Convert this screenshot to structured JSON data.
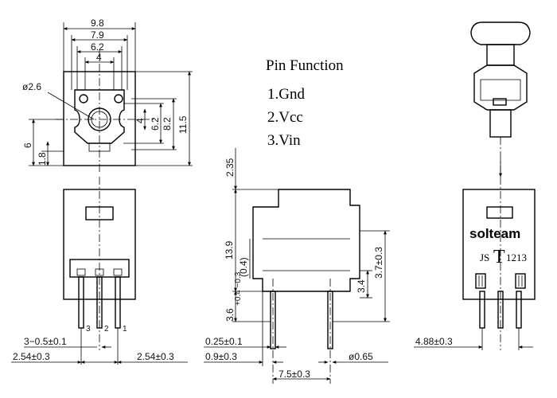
{
  "pin_function": {
    "title": "Pin Function",
    "pins": [
      "1.Gnd",
      "2.Vcc",
      "3.Vin"
    ]
  },
  "top_view": {
    "width_outer": "9.8",
    "width_inner": "7.9",
    "width_slot": "6.2",
    "width_center": "4",
    "hole_dia": "ø2.6",
    "h_4": "4",
    "h_6_2": "6.2",
    "h_8_2": "8.2",
    "h_11_5": "11.5",
    "left_6": "6",
    "left_1_8": "1.8"
  },
  "front_view": {
    "pin_labels": [
      "3",
      "2",
      "1"
    ],
    "pin_width": "3−0.5±0.1",
    "pitch_left": "2.54±0.3",
    "pitch_right": "2.54±0.3"
  },
  "side_view": {
    "top_gap": "2.35",
    "height": "13.9",
    "inner": "(0.4)",
    "lower": "3.6",
    "lower_tol": "+0.4 −0.3",
    "right_3_4": "3.4",
    "right_3_7": "3.7±0.3",
    "pin_thk": "0.25±0.1",
    "offset": "0.9±0.3",
    "pin_dia": "ø0.65",
    "pin_span": "7.5±0.3"
  },
  "product_view": {
    "brand": "solteam",
    "prefix": "JS",
    "mark": "T",
    "part_no": "1213",
    "pin_dim": "4.88±0.3"
  }
}
